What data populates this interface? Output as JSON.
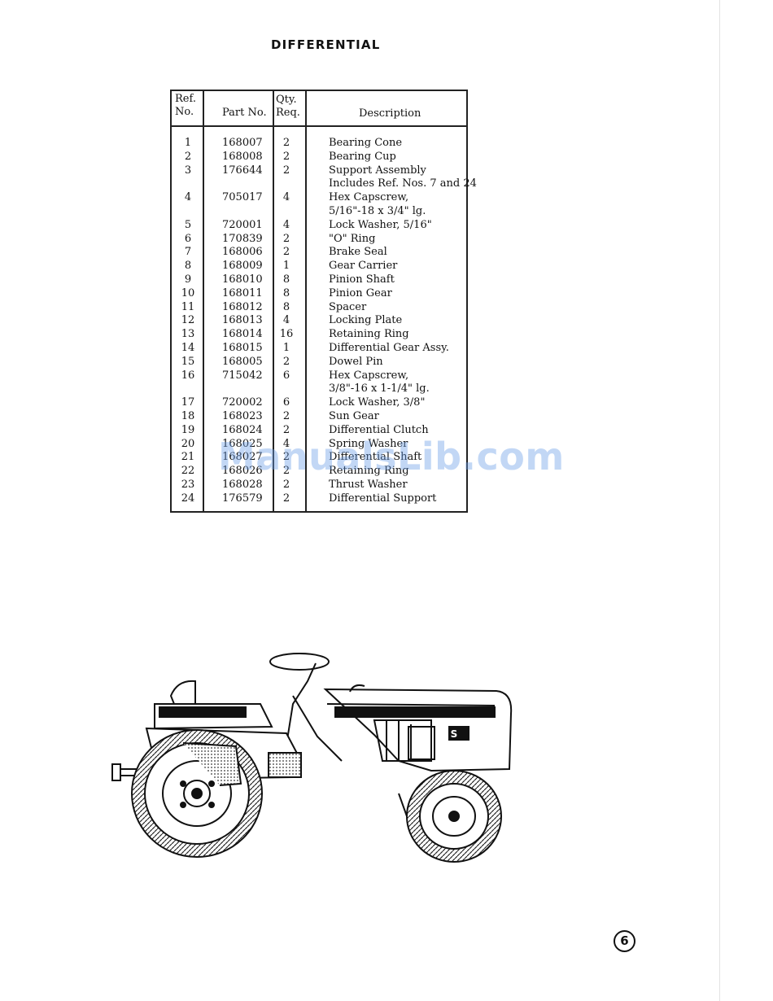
{
  "page": {
    "title": "DIFFERENTIAL",
    "page_number": "6",
    "watermark": "ManualsLib.com"
  },
  "table": {
    "headers": {
      "ref": "Ref. No.",
      "part": "Part No.",
      "qty": "Qty. Req.",
      "desc": "Description"
    },
    "rows": [
      {
        "ref": "1",
        "part": "168007",
        "qty": "2",
        "desc": "Bearing Cone"
      },
      {
        "ref": "2",
        "part": "168008",
        "qty": "2",
        "desc": "Bearing Cup"
      },
      {
        "ref": "3",
        "part": "176644",
        "qty": "2",
        "desc": "Support Assembly"
      },
      {
        "ref": "",
        "part": "",
        "qty": "",
        "desc": "Includes Ref. Nos. 7 and 24"
      },
      {
        "ref": "4",
        "part": "705017",
        "qty": "4",
        "desc": "Hex Capscrew,"
      },
      {
        "ref": "",
        "part": "",
        "qty": "",
        "desc": "5/16\"-18 x 3/4\" lg."
      },
      {
        "ref": "5",
        "part": "720001",
        "qty": "4",
        "desc": "Lock Washer, 5/16\""
      },
      {
        "ref": "6",
        "part": "170839",
        "qty": "2",
        "desc": "\"O\" Ring"
      },
      {
        "ref": "7",
        "part": "168006",
        "qty": "2",
        "desc": "Brake Seal"
      },
      {
        "ref": "8",
        "part": "168009",
        "qty": "1",
        "desc": "Gear Carrier"
      },
      {
        "ref": "9",
        "part": "168010",
        "qty": "8",
        "desc": "Pinion Shaft"
      },
      {
        "ref": "10",
        "part": "168011",
        "qty": "8",
        "desc": "Pinion Gear"
      },
      {
        "ref": "11",
        "part": "168012",
        "qty": "8",
        "desc": "Spacer"
      },
      {
        "ref": "12",
        "part": "168013",
        "qty": "4",
        "desc": "Locking Plate"
      },
      {
        "ref": "13",
        "part": "168014",
        "qty": "16",
        "desc": "Retaining Ring"
      },
      {
        "ref": "14",
        "part": "168015",
        "qty": "1",
        "desc": "Differential Gear Assy."
      },
      {
        "ref": "15",
        "part": "168005",
        "qty": "2",
        "desc": "Dowel Pin"
      },
      {
        "ref": "16",
        "part": "715042",
        "qty": "6",
        "desc": "Hex Capscrew,"
      },
      {
        "ref": "",
        "part": "",
        "qty": "",
        "desc": "3/8\"-16 x 1-1/4\" lg."
      },
      {
        "ref": "17",
        "part": "720002",
        "qty": "6",
        "desc": "Lock Washer, 3/8\""
      },
      {
        "ref": "18",
        "part": "168023",
        "qty": "2",
        "desc": "Sun Gear"
      },
      {
        "ref": "19",
        "part": "168024",
        "qty": "2",
        "desc": "Differential Clutch"
      },
      {
        "ref": "20",
        "part": "168025",
        "qty": "4",
        "desc": "Spring Washer"
      },
      {
        "ref": "21",
        "part": "168027",
        "qty": "2",
        "desc": "Differential Shaft"
      },
      {
        "ref": "22",
        "part": "168026",
        "qty": "2",
        "desc": "Retaining Ring"
      },
      {
        "ref": "23",
        "part": "168028",
        "qty": "2",
        "desc": "Thrust Washer"
      },
      {
        "ref": "24",
        "part": "176579",
        "qty": "2",
        "desc": "Differential Support"
      }
    ]
  },
  "illustration": {
    "icon": "lawn-tractor-illustration",
    "badge": "S"
  }
}
